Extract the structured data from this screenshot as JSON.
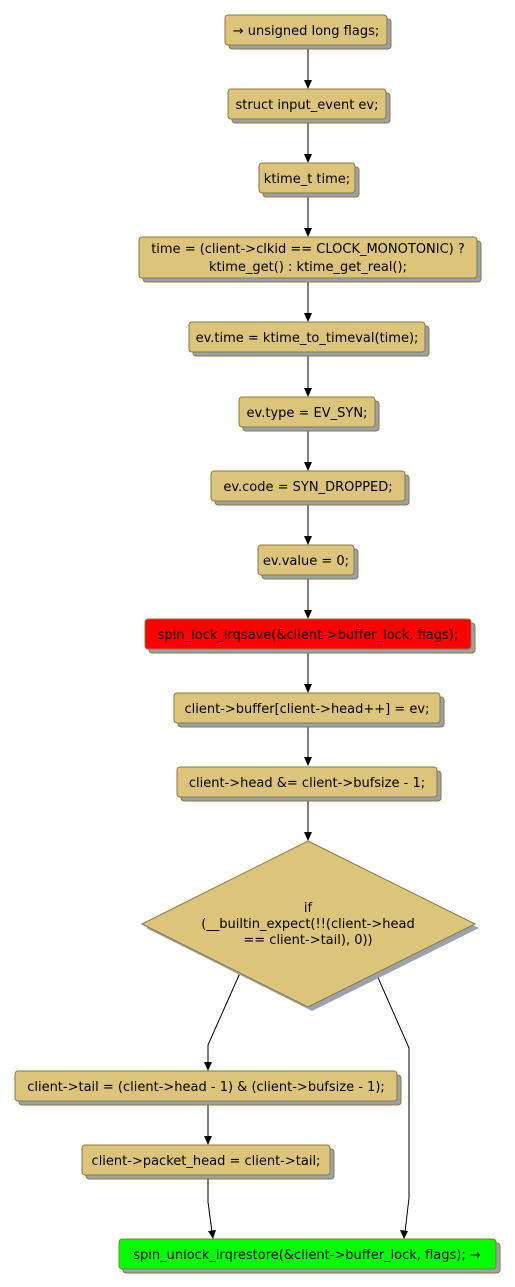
{
  "colors": {
    "node_fill": "#dcc47a",
    "highlight_red": "#ff0000",
    "highlight_green": "#00ff00",
    "shadow": "#9aa3ad",
    "edge": "#000000"
  },
  "nodes": [
    {
      "id": "n1",
      "lines": [
        "→ unsigned long flags;"
      ]
    },
    {
      "id": "n2",
      "lines": [
        "struct input_event ev;"
      ]
    },
    {
      "id": "n3",
      "lines": [
        "ktime_t time;"
      ]
    },
    {
      "id": "n4",
      "lines": [
        "time = (client->clkid == CLOCK_MONOTONIC) ?",
        "ktime_get() : ktime_get_real();"
      ]
    },
    {
      "id": "n5",
      "lines": [
        "ev.time = ktime_to_timeval(time);"
      ]
    },
    {
      "id": "n6",
      "lines": [
        "ev.type = EV_SYN;"
      ]
    },
    {
      "id": "n7",
      "lines": [
        "ev.code = SYN_DROPPED;"
      ]
    },
    {
      "id": "n8",
      "lines": [
        "ev.value = 0;"
      ]
    },
    {
      "id": "n9",
      "lines": [
        "spin_lock_irqsave(&client->buffer_lock, flags);"
      ]
    },
    {
      "id": "n10",
      "lines": [
        "client->buffer[client->head++] = ev;"
      ]
    },
    {
      "id": "n11",
      "lines": [
        "client->head &= client->bufsize - 1;"
      ]
    },
    {
      "id": "n12",
      "lines": [
        "if",
        "(__builtin_expect(!!(client->head",
        "== client->tail), 0))"
      ]
    },
    {
      "id": "n13",
      "lines": [
        "client->tail = (client->head - 1) & (client->bufsize - 1);"
      ]
    },
    {
      "id": "n14",
      "lines": [
        "client->packet_head = client->tail;"
      ]
    },
    {
      "id": "n15",
      "lines": [
        "spin_unlock_irqrestore(&client->buffer_lock, flags); →"
      ]
    }
  ]
}
